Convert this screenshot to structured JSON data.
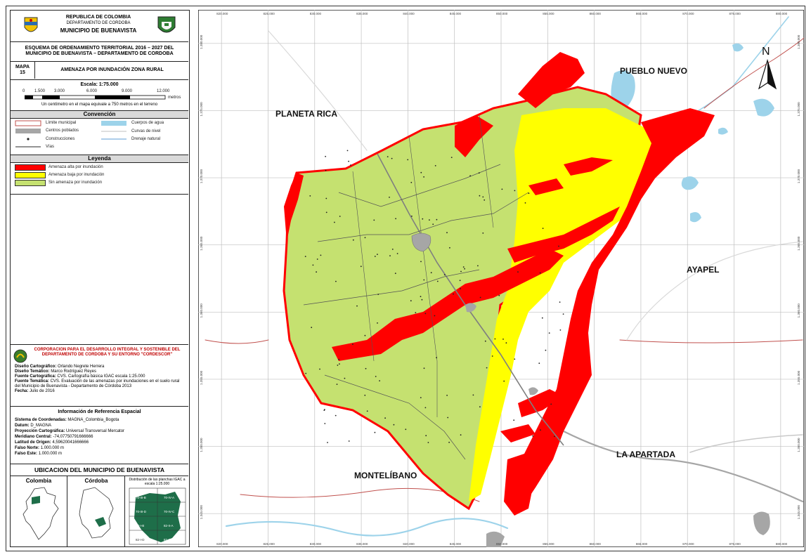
{
  "header": {
    "line1": "REPUBLICA DE COLOMBIA",
    "line2": "DEPARTAMENTO DE CORDOBA",
    "line3": "MUNICIPIO DE BUENAVISTA"
  },
  "plan_title": "ESQUEMA DE ORDENAMIENTO TERRITORIAL 2016 – 2027 DEL MUNICIPIO DE BUENAVISTA – DEPARTAMENTO DE CORDOBA",
  "map_number": {
    "label": "MAPA",
    "number": "15"
  },
  "map_title": "AMENAZA POR INUNDACIÓN ZONA RURAL",
  "scale": {
    "label": "Escala: 1:75.000",
    "ticks": [
      "0",
      "1.500",
      "3.000",
      "6.000",
      "9.000",
      "12.000"
    ],
    "unit": "metros",
    "note": "Un centímetro en el mapa equivale a 750 metros en el terreno"
  },
  "convention": {
    "title": "Convención",
    "items": [
      {
        "label": "Límite municipal",
        "kind": "outline",
        "color": "#c0504d"
      },
      {
        "label": "Cuerpos de agua",
        "kind": "fill",
        "color": "#9dd3ea"
      },
      {
        "label": "Centros poblados",
        "kind": "fill",
        "color": "#a6a6a6"
      },
      {
        "label": "Curvas de nivel",
        "kind": "line",
        "color": "#bfbfbf"
      },
      {
        "label": "Construcciones",
        "kind": "dot",
        "color": "#222222"
      },
      {
        "label": "Drenaje natural",
        "kind": "line",
        "color": "#5b9bd5"
      },
      {
        "label": "Vías",
        "kind": "line",
        "color": "#555555"
      }
    ]
  },
  "legend": {
    "title": "Leyenda",
    "items": [
      {
        "label": "Amenaza alta por inundación",
        "color": "#ff0000"
      },
      {
        "label": "Amenaza baja por inundación",
        "color": "#ffff00"
      },
      {
        "label": "Sin amenaza por inundación",
        "color": "#c5e170"
      }
    ]
  },
  "corporation": "CORPORACION PARA EL DESARROLLO INTEGRAL Y SOSTENIBLE DEL DEPARTAMENTO DE CORDOBA Y SU ENTORNO \"CORDESCOR\"",
  "credits": [
    {
      "k": "Diseño Cartográfico:",
      "v": "Orlando Negrete Herrera"
    },
    {
      "k": "Diseño Temático:",
      "v": "Marco Rodríguez Reyes"
    },
    {
      "k": "Fuente Cartográfica:",
      "v": "CVS. Cartografía básica IGAC escala 1:25.000"
    },
    {
      "k": "Fuente Temática:",
      "v": "CVS. Evaluación de las amenazas por inundaciones en el suelo rural del Municipio de Buenavista - Departamento de Córdoba 2013"
    },
    {
      "k": "Fecha:",
      "v": "Julio de 2016"
    }
  ],
  "spatial_ref": {
    "title": "Información de Referencia Espacial",
    "rows": [
      {
        "k": "Sistema de Coordenadas:",
        "v": "MAGNA_Colombia_Bogota"
      },
      {
        "k": "Datum:",
        "v": "D_MAGNA"
      },
      {
        "k": "Proyección Cartográfica:",
        "v": "Universal Transversal Mercator"
      },
      {
        "k": "Meridiano Central:",
        "v": "-74,07750791666666"
      },
      {
        "k": "Latitud de Origen:",
        "v": "4,59620041666666"
      },
      {
        "k": "Falso Norte:",
        "v": "1.000.000 m"
      },
      {
        "k": "Falso Este:",
        "v": "1.000.000 m"
      }
    ]
  },
  "location": {
    "title": "UBICACION DEL MUNICIPIO DE BUENAVISTA",
    "panels": [
      "Colombia",
      "Córdoba"
    ],
    "planchas_title": "Distribución de las planchas IGAC a escala 1:25.000",
    "planchas": [
      "70-III-B",
      "70-IV-A",
      "70-III-D",
      "70-IV-C",
      "82-I-B",
      "82-II-A",
      "82-I-D",
      "82-II-C"
    ]
  },
  "map": {
    "neighbors": [
      "PLANETA RICA",
      "PUEBLO NUEVO",
      "AYAPEL",
      "LA APARTADA",
      "MONTELÍBANO"
    ],
    "north": "N",
    "top_ticks": [
      "820.000",
      "825.000",
      "830.000",
      "835.000",
      "840.000",
      "845.000",
      "850.000",
      "855.000",
      "860.000",
      "865.000",
      "870.000",
      "875.000",
      "880.000"
    ],
    "left_ticks": [
      "1.380.000",
      "1.375.000",
      "1.370.000",
      "1.365.000",
      "1.360.000",
      "1.355.000",
      "1.350.000",
      "1.345.000"
    ],
    "colors": {
      "high": "#ff0000",
      "low": "#ffff00",
      "none": "#c5e170",
      "water": "#9dd3ea",
      "urban": "#a6a6a6"
    }
  }
}
